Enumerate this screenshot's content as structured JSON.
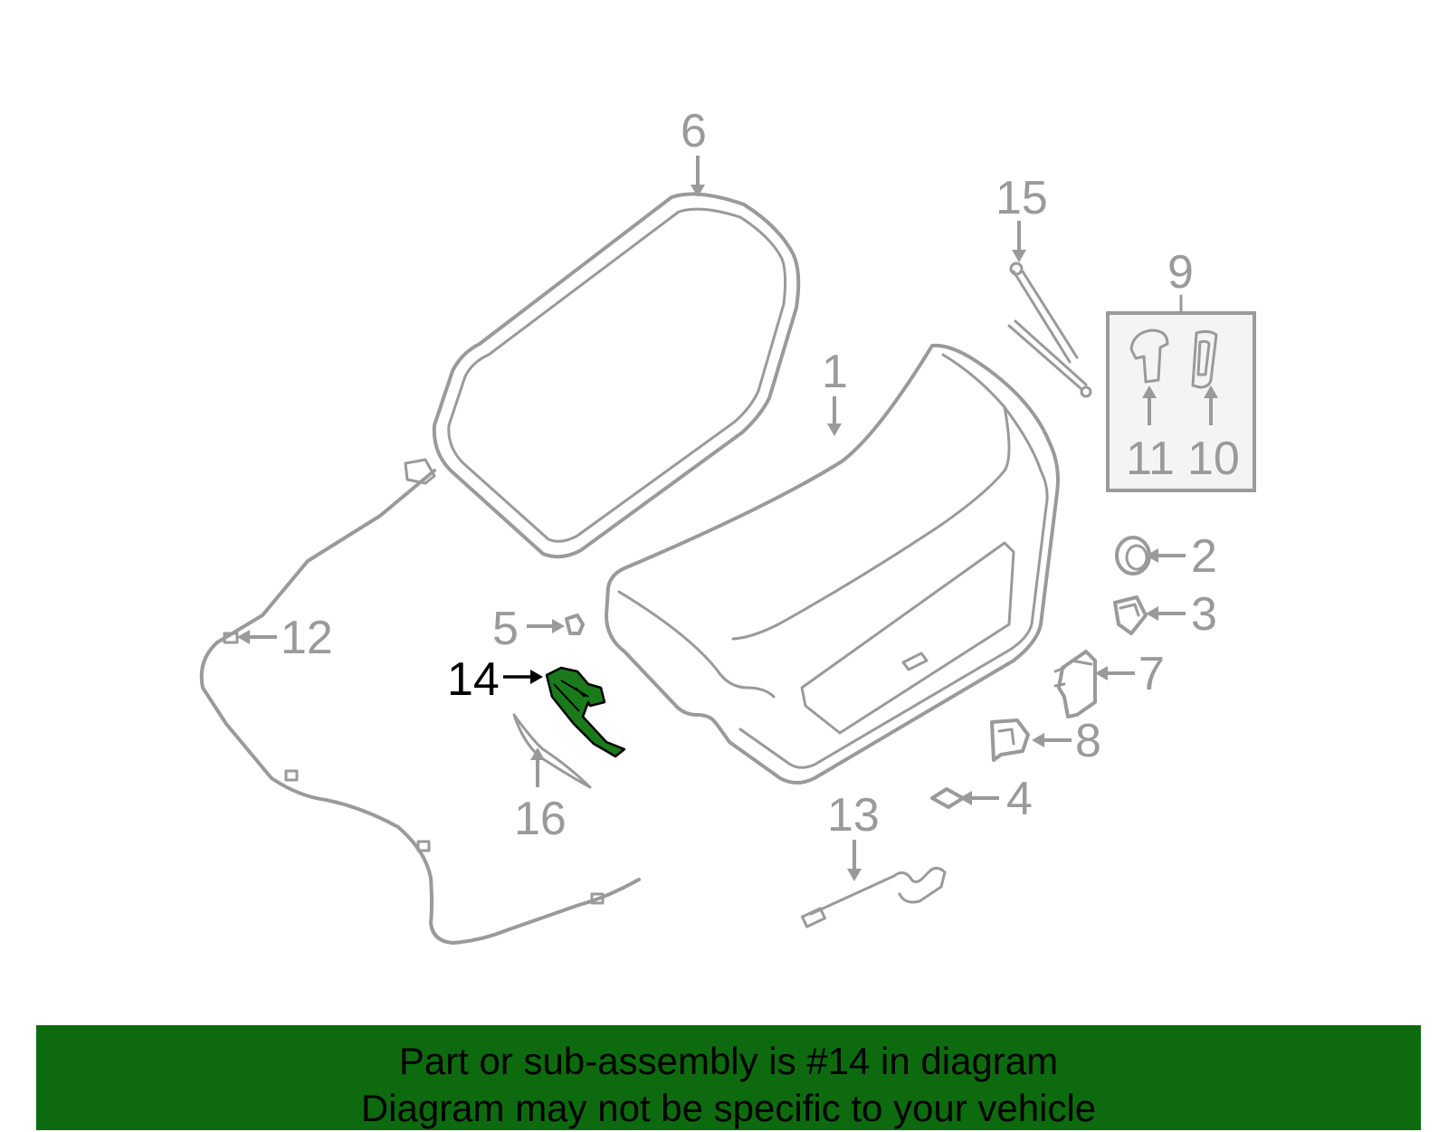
{
  "diagram": {
    "callouts": [
      {
        "id": "1",
        "label": "1"
      },
      {
        "id": "2",
        "label": "2"
      },
      {
        "id": "3",
        "label": "3"
      },
      {
        "id": "4",
        "label": "4"
      },
      {
        "id": "5",
        "label": "5"
      },
      {
        "id": "6",
        "label": "6"
      },
      {
        "id": "7",
        "label": "7"
      },
      {
        "id": "8",
        "label": "8"
      },
      {
        "id": "9",
        "label": "9"
      },
      {
        "id": "10",
        "label": "10"
      },
      {
        "id": "11",
        "label": "11"
      },
      {
        "id": "12",
        "label": "12"
      },
      {
        "id": "13",
        "label": "13"
      },
      {
        "id": "14",
        "label": "14"
      },
      {
        "id": "15",
        "label": "15"
      },
      {
        "id": "16",
        "label": "16"
      }
    ],
    "highlighted": "14",
    "colors": {
      "outline": "#9a9a9a",
      "highlight_fill": "#1a7a1a",
      "banner": "#0e6a0e"
    }
  },
  "banner": {
    "line1": "Part or sub-assembly is #14 in diagram",
    "line2": "Diagram may not be specific to your vehicle"
  }
}
